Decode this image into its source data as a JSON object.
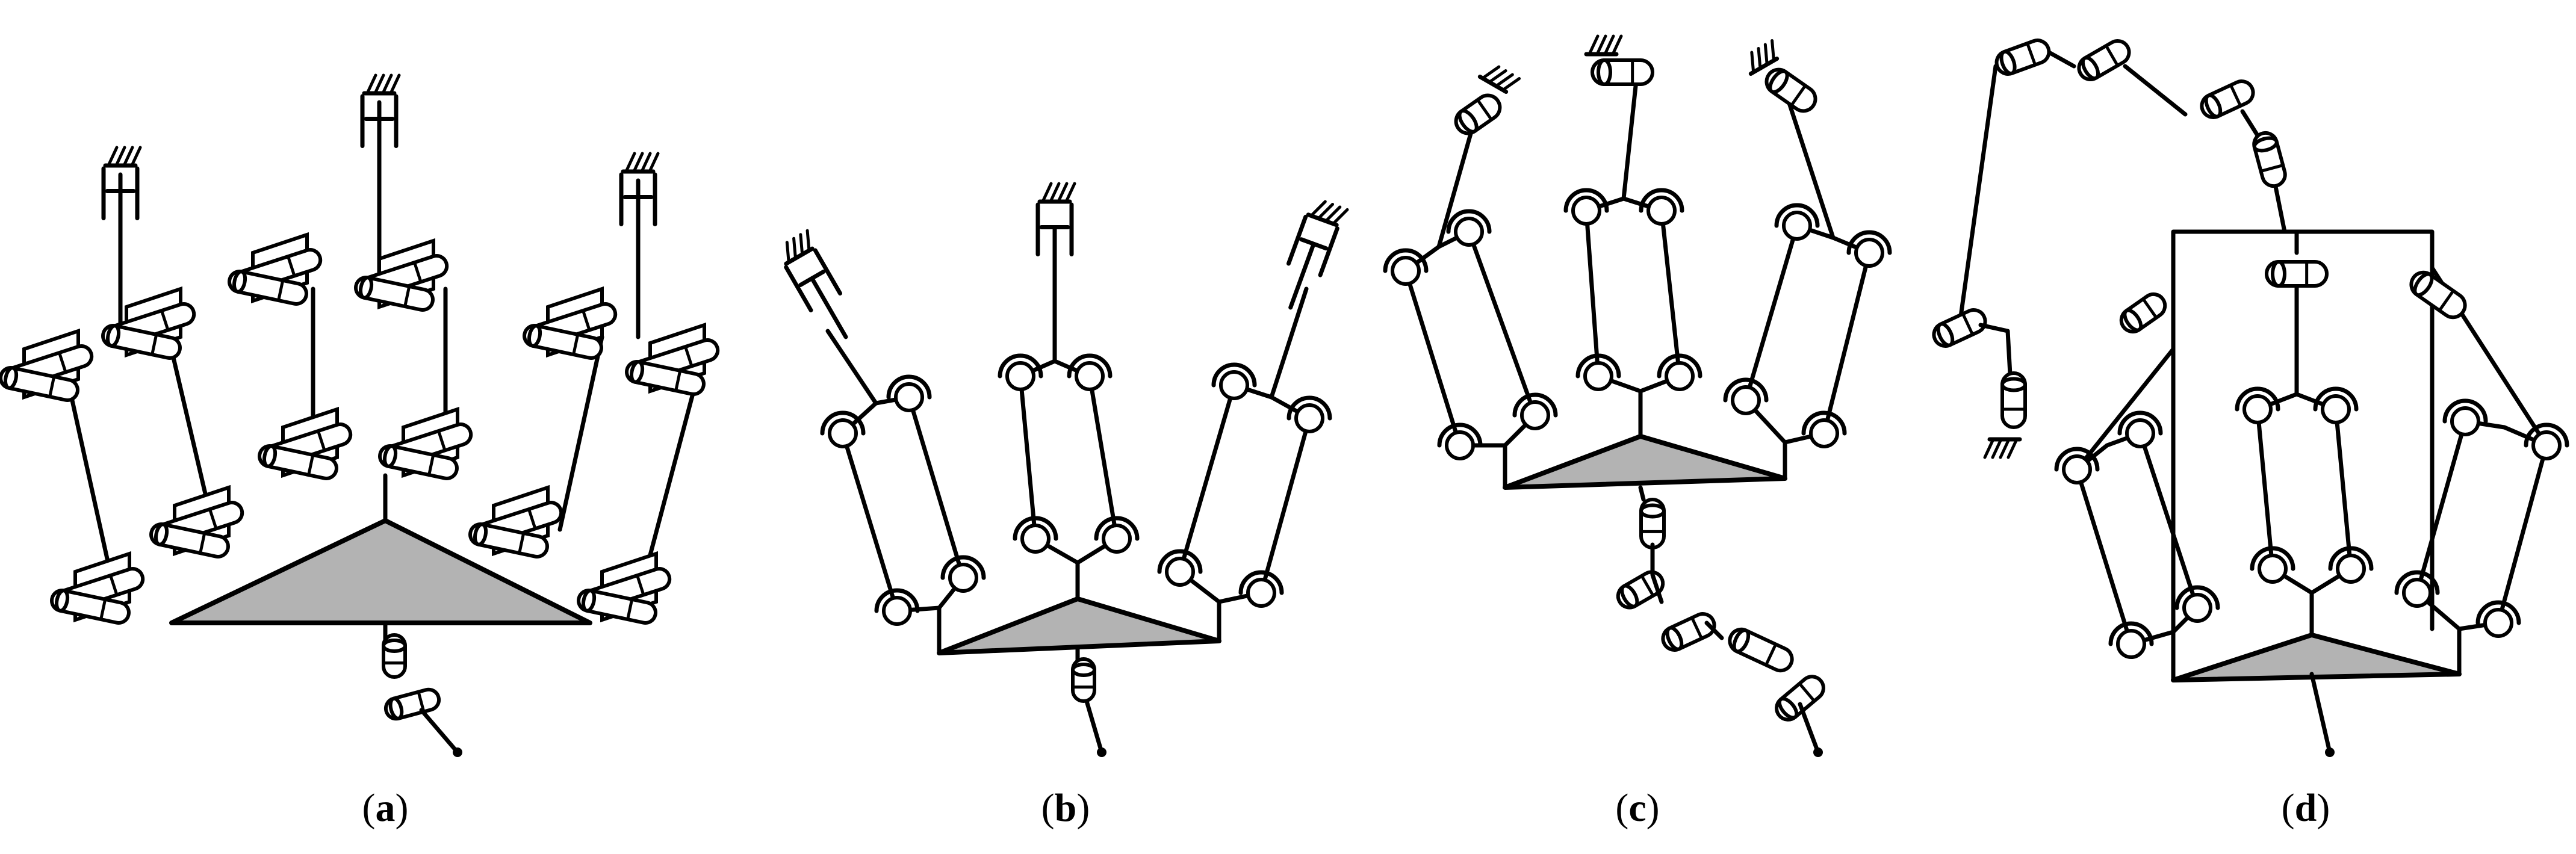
{
  "panels": [
    {
      "id": "a",
      "label": "a"
    },
    {
      "id": "b",
      "label": "b"
    },
    {
      "id": "c",
      "label": "c"
    },
    {
      "id": "d",
      "label": "d"
    }
  ],
  "colors": {
    "platform": "#b3b3b3",
    "ink": "#000000",
    "background": "#ffffff"
  },
  "symbols": {
    "revolute_joint": "circle-with-arc",
    "prismatic_joint": "cylinder",
    "universal_joint": "crossed-cylinders",
    "ground": "hatched-fixed-support",
    "platform": "grey-triangle"
  }
}
